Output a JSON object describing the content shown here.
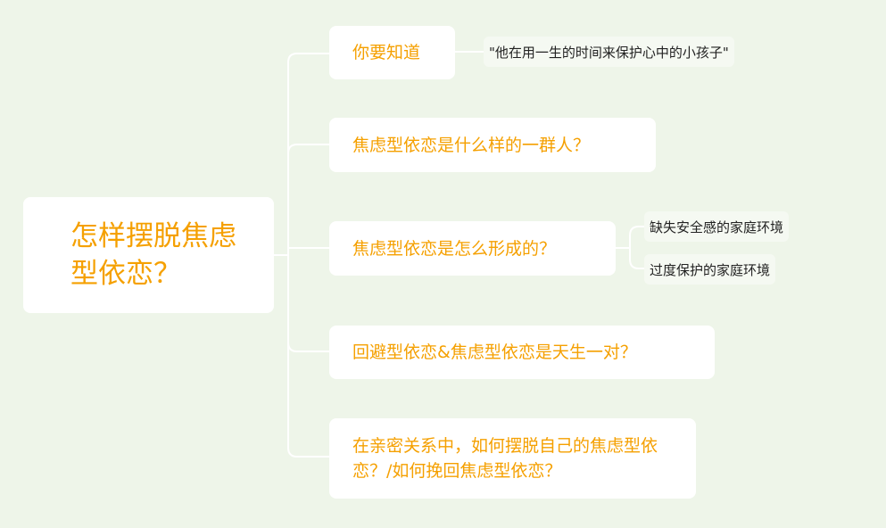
{
  "root": {
    "label": "怎样摆脱焦虑型依恋？"
  },
  "branches": [
    {
      "label": "你要知道",
      "children": [
        "\"他在用一生的时间来保护心中的小孩子\""
      ]
    },
    {
      "label": "焦虑型依恋是什么样的一群人？"
    },
    {
      "label": "焦虑型依恋是怎么形成的？",
      "children": [
        "缺失安全感的家庭环境",
        "过度保护的家庭环境"
      ]
    },
    {
      "label": "回避型依恋&焦虑型依恋是天生一对？"
    },
    {
      "label": "在亲密关系中，如何摆脱自己的焦虑型依恋？/如何挽回焦虑型依恋？"
    }
  ],
  "colors": {
    "background": "#eef5e9",
    "accent": "#f5a000",
    "line": "#ffffff"
  }
}
